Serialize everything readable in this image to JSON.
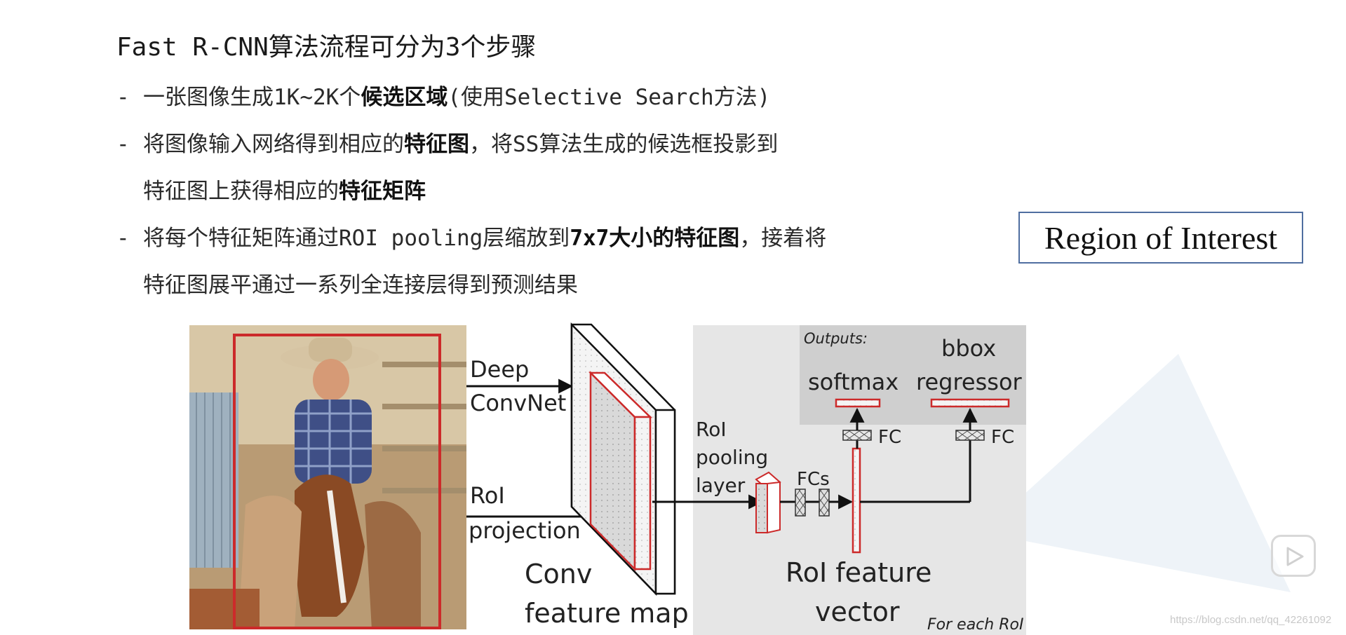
{
  "slide": {
    "title": "Fast R-CNN算法流程可分为3个步骤",
    "bullet_dash": "-",
    "bullets": [
      {
        "pre": "一张图像生成1K~2K个",
        "bold": "候选区域",
        "post": "(使用Selective Search方法)"
      },
      {
        "pre": "将图像输入网络得到相应的",
        "bold": "特征图",
        "post": "，将SS算法生成的候选框投影到",
        "line2_pre": "特征图上获得相应的",
        "line2_bold": "特征矩阵"
      },
      {
        "pre": "将每个特征矩阵通过ROI pooling层缩放到",
        "bold": "7x7大小的特征图",
        "post": "，接着将",
        "line2": "特征图展平通过一系列全连接层得到预测结果"
      }
    ],
    "callout": "Region of Interest",
    "watermark": "https://blog.csdn.net/qq_42261092"
  },
  "diagram": {
    "deep_convnet": [
      "Deep",
      "ConvNet"
    ],
    "roi_projection": [
      "RoI",
      "projection"
    ],
    "conv_feature_map": [
      "Conv",
      "feature map"
    ],
    "roi_pooling_layer": [
      "RoI",
      "pooling",
      "layer"
    ],
    "fcs": "FCs",
    "fc_left": "FC",
    "fc_right": "FC",
    "outputs": "Outputs:",
    "softmax": "softmax",
    "bbox_regressor": [
      "bbox",
      "regressor"
    ],
    "roi_feature_vector": [
      "RoI feature",
      "vector"
    ],
    "for_each_roi": "For each RoI"
  },
  "colors": {
    "accent_red": "#cc2a2a",
    "panel_gray": "#e6e6e6",
    "outputs_gray": "#cfcfcf",
    "callout_border": "#4f6ea0"
  }
}
